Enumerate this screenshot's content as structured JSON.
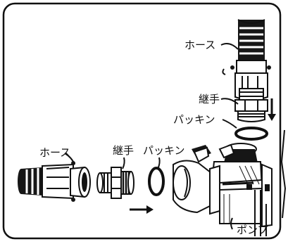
{
  "diagram": {
    "labels": {
      "hose_top": "ホース",
      "fitting_top": "継手",
      "packing_top": "パッキン",
      "hose_left": "ホース",
      "fitting_left": "継手",
      "packing_left": "パッキン",
      "pump": "ポンプ"
    },
    "arrows": {
      "vertical": "down",
      "horizontal": "right"
    },
    "colors": {
      "ink": "#111111",
      "background": "#ffffff"
    }
  }
}
